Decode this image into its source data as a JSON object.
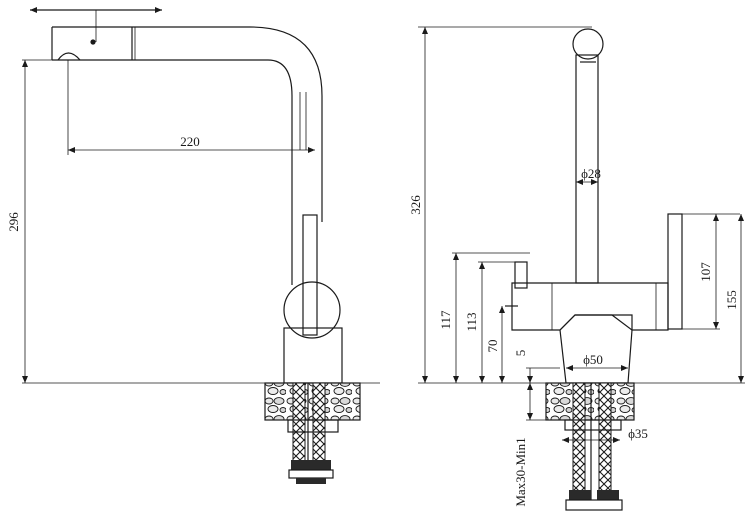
{
  "dimensions": {
    "reach": "220",
    "height_left": "296",
    "height_right": "326",
    "spout_diameter": "ϕ28",
    "handle_height": "107",
    "total_body": "155",
    "lever_height": "117",
    "body_height": "113",
    "base_to_outlet": "70",
    "base_gap": "5",
    "base_diameter": "ϕ50",
    "hole_diameter": "ϕ35",
    "deck_thickness": "Max30-Min1"
  },
  "colors": {
    "line": "#1a1a1a",
    "background": "#ffffff"
  }
}
